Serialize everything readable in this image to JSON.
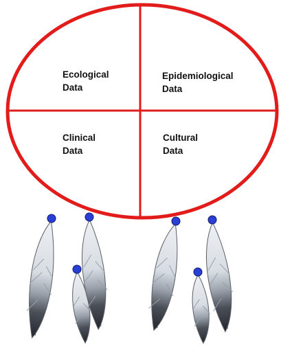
{
  "diagram": {
    "quadrants": [
      {
        "line1": "Ecological",
        "line2": "Data"
      },
      {
        "line1": "Epidemiological",
        "line2": "Data"
      },
      {
        "line1": "Clinical",
        "line2": "Data"
      },
      {
        "line1": "Cultural",
        "line2": "Data"
      }
    ],
    "colors": {
      "ring": "#e21b1b",
      "bead": "#2a3fd6",
      "feather_light": "#e4e8ec",
      "feather_dark": "#2a2d33",
      "label_text": "#111111"
    },
    "feather_count": 6
  }
}
